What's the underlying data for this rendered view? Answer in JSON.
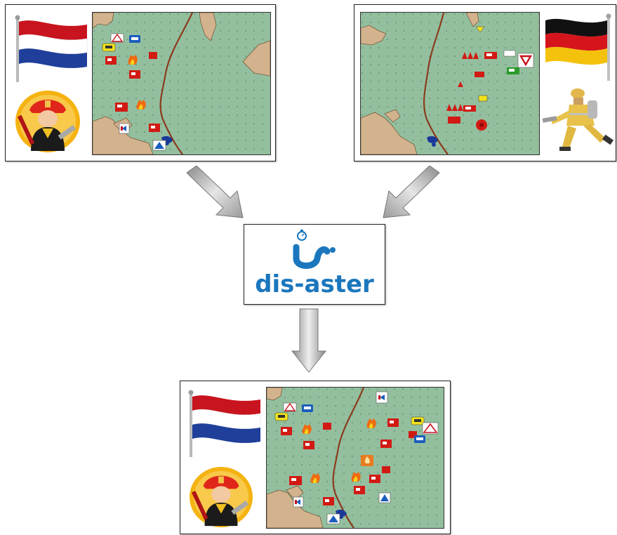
{
  "diagram": {
    "colors": {
      "map_background": "#93bf9f",
      "land": "#d2b38e",
      "border_line": "#8a3b1c",
      "accent_blue": "#1b77bd",
      "dark_blue": "#1a5d9e",
      "arrow_fill": "#cfcfcf",
      "icon_red": "#d21a14",
      "icon_yellow": "#f1e21d"
    },
    "logo": {
      "text": "dis-aster"
    },
    "nodes": [
      {
        "id": "dutch-input",
        "flag": "netherlands-flag-icon",
        "person": "firefighter-emblem-icon",
        "map": "dutch-side-map"
      },
      {
        "id": "german-input",
        "flag": "germany-flag-icon",
        "person": "firefighter-figure-icon",
        "map": "german-side-map"
      },
      {
        "id": "disaster-system",
        "logo": "disaster-logo"
      },
      {
        "id": "merged-output",
        "flag": "netherlands-flag-icon",
        "person": "firefighter-emblem-icon",
        "map": "merged-map"
      }
    ],
    "edges": [
      {
        "from": "dutch-input",
        "to": "disaster-system"
      },
      {
        "from": "german-input",
        "to": "disaster-system"
      },
      {
        "from": "disaster-system",
        "to": "merged-output"
      }
    ]
  }
}
